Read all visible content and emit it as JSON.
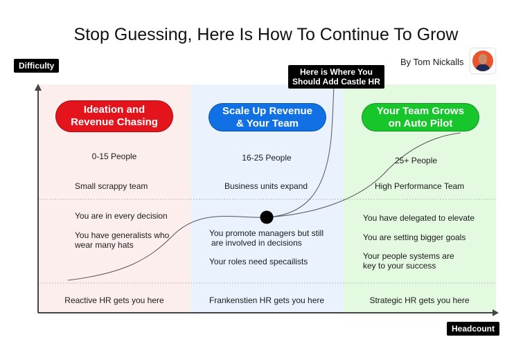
{
  "title": "Stop Guessing, Here Is How To Continue To Grow",
  "y_axis_label": "Difficulty",
  "x_axis_label": "Headcount",
  "author": "By Tom Nickalls",
  "callout": {
    "line1": "Here is Where You",
    "line2": "Should Add Castle HR"
  },
  "colors": {
    "red": "#e3141b",
    "blue": "#1170e3",
    "green": "#17c62b",
    "panel_red": "#fdeeee",
    "panel_blue": "#eaf2fd",
    "panel_green": "#e3f9e0"
  },
  "stages": [
    {
      "pill": [
        "Ideation and",
        "Revenue Chasing"
      ],
      "people": "0-15 People",
      "team": "Small scrappy team",
      "points": [
        "You are in every decision",
        "You have generalists who",
        "wear many hats"
      ],
      "hr": "Reactive HR gets you here"
    },
    {
      "pill": [
        "Scale Up Revenue",
        "& Your Team"
      ],
      "people": "16-25 People",
      "team": "Business units expand",
      "points": [
        "You promote managers but still",
        "are involved in decisions",
        "Your roles need specailists"
      ],
      "hr": "Frankenstien HR gets you here"
    },
    {
      "pill": [
        "Your Team Grows",
        "on Auto Pilot"
      ],
      "people": "25+ People",
      "team": "High Performance Team",
      "points": [
        "You have delegated to elevate",
        "You are setting bigger goals",
        "Your people systems are",
        "key to your success"
      ],
      "hr": "Strategic HR gets you here"
    }
  ]
}
